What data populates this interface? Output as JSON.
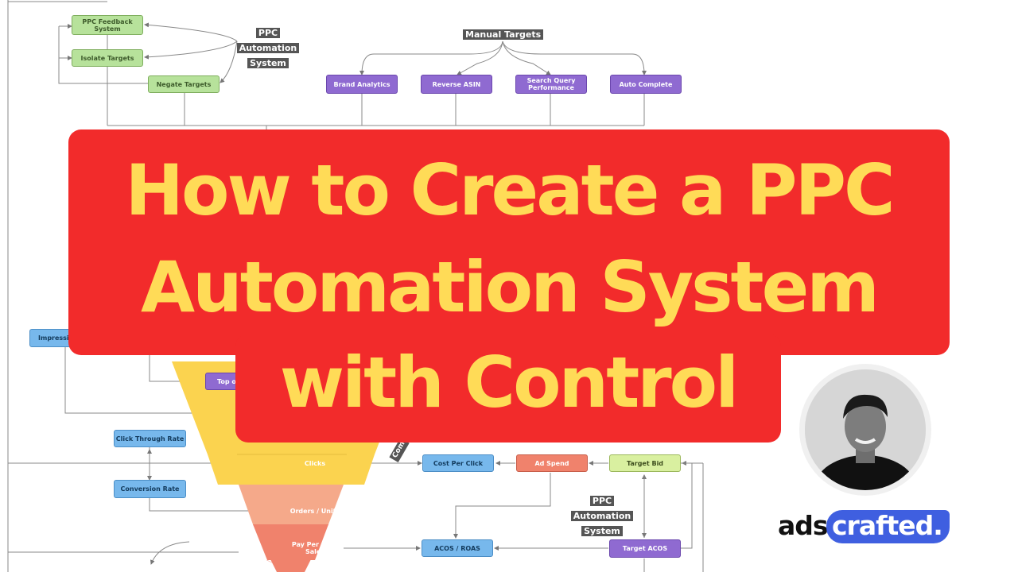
{
  "diagram": {
    "labels": {
      "ppc_automation_top": [
        "PPC",
        "Automation",
        "System"
      ],
      "manual_targets": "Manual Targets",
      "ppc_automation_bottom": [
        "PPC",
        "Automation",
        "System"
      ],
      "comp_partial": "Com"
    },
    "nodes": {
      "ppc_feedback": "PPC Feedback System",
      "isolate_targets": "Isolate Targets",
      "negate_targets": "Negate Targets",
      "brand_analytics": "Brand Analytics",
      "reverse_asin": "Reverse ASIN",
      "search_query": "Search Query Performance",
      "auto_complete": "Auto Complete",
      "impressions": "Impressio",
      "top_of": "Top of",
      "click_through_rate": "Click Through Rate",
      "conversion_rate": "Conversion Rate",
      "cost_per_click": "Cost Per Click",
      "ad_spend": "Ad Spend",
      "target_bid": "Target Bid",
      "acos_roas": "ACOS / ROAS",
      "target_acos": "Target ACOS"
    },
    "funnel": {
      "clicks": "Clicks",
      "orders_units": "Orders / Units",
      "ppc_sales": "Pay Per Click Sales"
    },
    "colors": {
      "green": "#b7e29b",
      "purple": "#8f6ad1",
      "blue": "#77b8ec",
      "salmon": "#f0826c",
      "lime": "#d9f0a0",
      "funnel_yellow": "#fbd34f",
      "funnel_peach": "#f5a98a",
      "funnel_coral": "#f0826c"
    }
  },
  "headline": {
    "line1": "How to Create a PPC",
    "line2": "Automation System",
    "line3": "with Control",
    "text_color": "#ffdb57",
    "banner_color": "#f22b2b"
  },
  "brand": {
    "ads": "ads",
    "crafted": "crafted.",
    "accent": "#3f5fe0"
  },
  "avatar": {
    "icon": "person-portrait-icon"
  }
}
